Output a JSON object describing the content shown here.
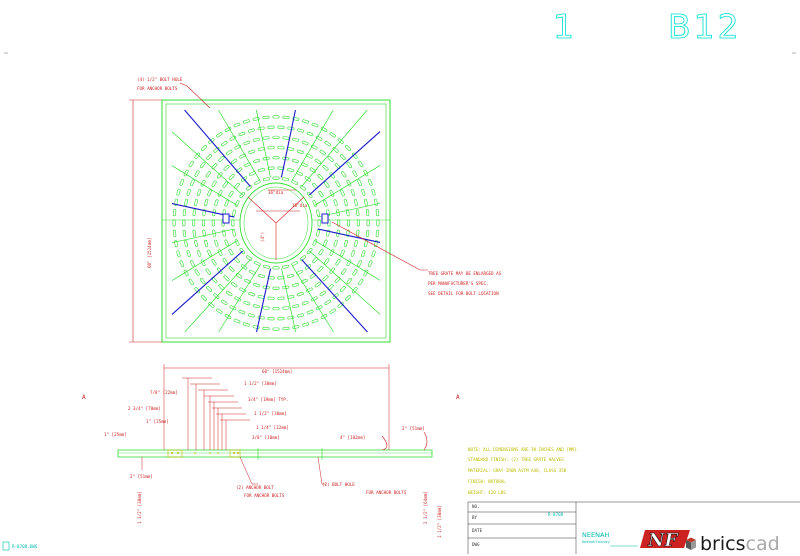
{
  "header": {
    "sheet_number": "1",
    "sheet_code": "B12"
  },
  "plan": {
    "note_top_left": [
      "(4) 1/2\" BOLT HOLE",
      "FOR ANCHOR BOLTS"
    ],
    "inner_dim_1": "36\"dia",
    "inner_dim_2": "18\"dia",
    "center_dim": "(4\")",
    "frame_width": "60\" [1524mm]",
    "callout_right": [
      "TREE GRATE MAY BE ENLARGED AS",
      "PER MANUFACTURER'S SPEC.",
      "SEE DETAIL FOR BOLT LOCATION"
    ]
  },
  "section": {
    "overall": "60\" [1524mm]",
    "d1": "1 1/2\" [38mm]",
    "d2": "3/4\" [19mm] TYP.",
    "d3": "1 1/2\" [38mm]",
    "d4": "7/8\" [22mm]",
    "d5": "2 3/4\" [70mm]",
    "d6": "1\" [25mm]",
    "d7": "1 1/4\" [32mm]",
    "d8": "1\" [25mm]",
    "d9": "3/8\" [10mm]",
    "d10": "4\" [102mm]",
    "d11": "2\" [51mm]",
    "d12": "2\" [51mm]",
    "bolt_note": [
      "(2) ANCHOR BOLT",
      "FOR ANCHOR BOLTS"
    ],
    "frame_note": "(2) BOLT HOLE",
    "frame_note2": "FOR ANCHOR BOLTS",
    "left_vert": "1 1/2\" [38mm]",
    "right_vert": "2 1/2\" [64mm]",
    "far_right_vert": "1 1/2\" [38mm]",
    "left_marker": "A",
    "right_marker": "A"
  },
  "notes": [
    "NOTE: ALL DIMENSIONS ARE IN INCHES AND [MM].",
    "STANDARD FINISH: (2) TREE GRATE HALVES",
    "MATERIAL: GRAY IRON ASTM A48, CLASS 35B",
    "FINISH: NATURAL",
    "WEIGHT: 420 LBS"
  ],
  "title_block": {
    "company": "NEENAH",
    "division": "Neenah Foundry",
    "brand_mark": "NF",
    "rows": [
      "NO.",
      "BY",
      "DATE",
      "DWG"
    ],
    "ref": "R-8708"
  },
  "footer": {
    "file_tag": "R-8708.DWG"
  },
  "brand": {
    "name_a": "brics",
    "name_b": "cad"
  },
  "colors": {
    "green": "#33dd33",
    "blue": "#1a1acc",
    "red": "#cc2222",
    "cyan": "#00e0d0",
    "yellow": "#bbbb00"
  }
}
